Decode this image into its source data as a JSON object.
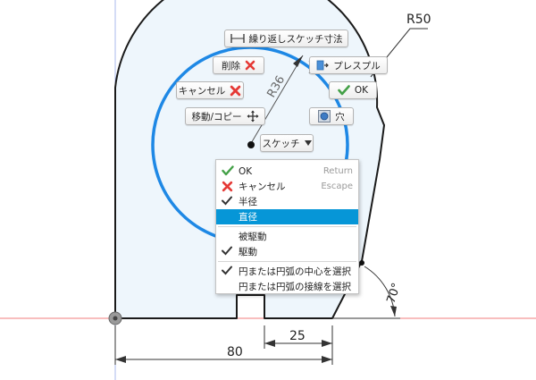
{
  "colors": {
    "accent": "#0696d7",
    "circle": "#1e88e5",
    "profile_fill": "#eef6fc",
    "axis_red": "#f07c7c",
    "axis_blue": "#a9b8ec"
  },
  "dimensions": {
    "r50": "R50",
    "r36": "R36",
    "width_80": "80",
    "width_25": "25",
    "angle_70": "70°"
  },
  "toolbar": {
    "repeat_sketch_dim": "繰り返しスケッチ寸法",
    "delete": "削除",
    "cancel": "キャンセル",
    "move_copy": "移動/コピー",
    "press_pull": "プレスプル",
    "ok": "OK",
    "hole": "穴",
    "sketch": "スケッチ"
  },
  "menu": {
    "items": [
      {
        "label": "OK",
        "shortcut": "Return",
        "icon": "check-green-icon"
      },
      {
        "label": "キャンセル",
        "shortcut": "Escape",
        "icon": "x-red-icon"
      },
      {
        "label": "半径",
        "icon": "checkmark-icon"
      },
      {
        "label": "直径",
        "highlighted": true
      },
      {
        "label": "被駆動"
      },
      {
        "label": "駆動",
        "icon": "checkmark-icon"
      },
      {
        "label": "円または円弧の中心を選択",
        "icon": "checkmark-icon"
      },
      {
        "label": "円または円弧の接線を選択"
      }
    ]
  }
}
